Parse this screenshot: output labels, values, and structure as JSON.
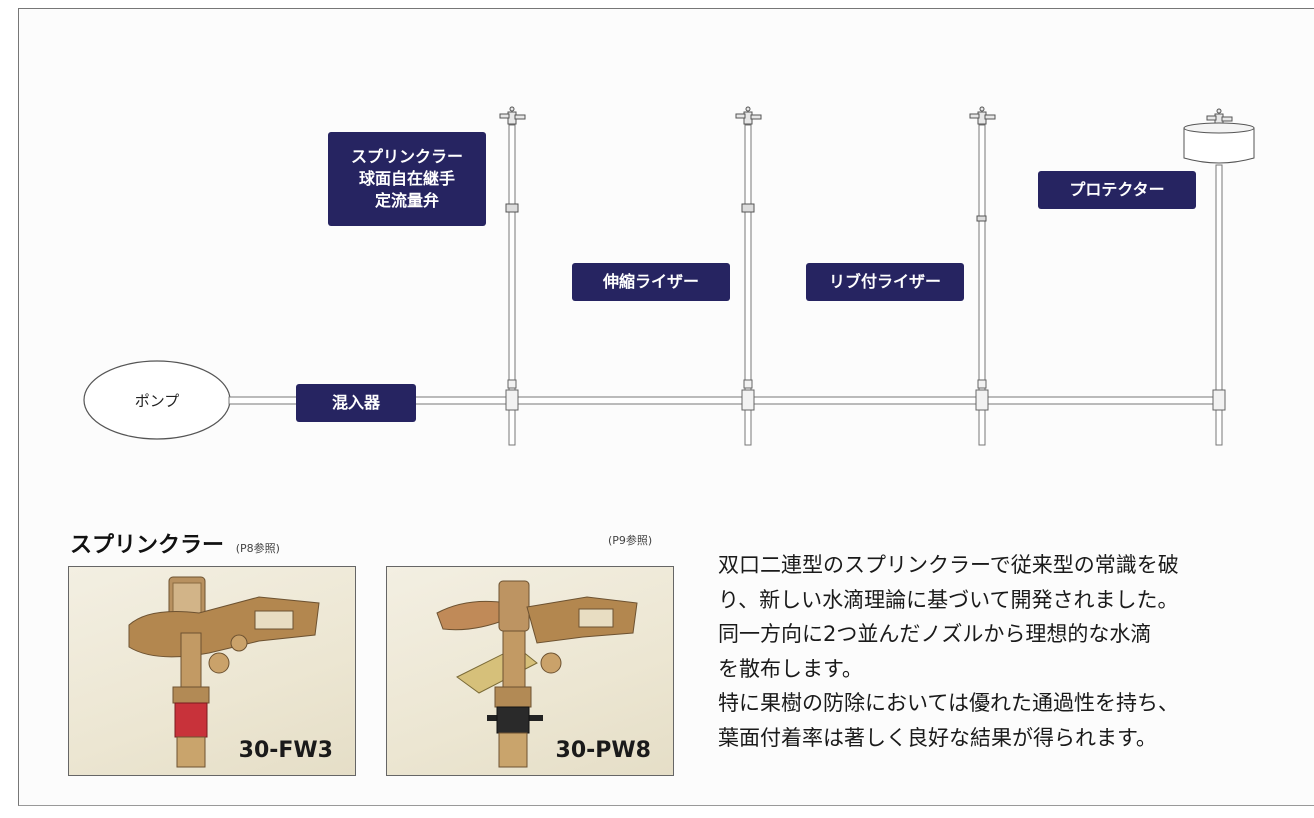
{
  "diagram": {
    "pump": "ポンプ",
    "mixer": "混入器",
    "sprinkler_parts": [
      "スプリンクラー",
      "球面自在継手",
      "定流量弁"
    ],
    "telescopic_riser": "伸縮ライザー",
    "ribbed_riser": "リブ付ライザー",
    "protector": "プロテクター"
  },
  "section": {
    "title": "スプリンクラー",
    "ref_left": "(P8参照)",
    "ref_right": "(P9参照)"
  },
  "products": [
    {
      "model": "30-FW3"
    },
    {
      "model": "30-PW8"
    }
  ],
  "description": [
    "双口二連型のスプリンクラーで従来型の常識を破",
    "り、新しい水滴理論に基づいて開発されました。",
    "同一方向に2つ並んだノズルから理想的な水滴",
    "を散布します。",
    "特に果樹の防除においては優れた通過性を持ち、",
    "葉面付着率は著しく良好な結果が得られます。"
  ]
}
